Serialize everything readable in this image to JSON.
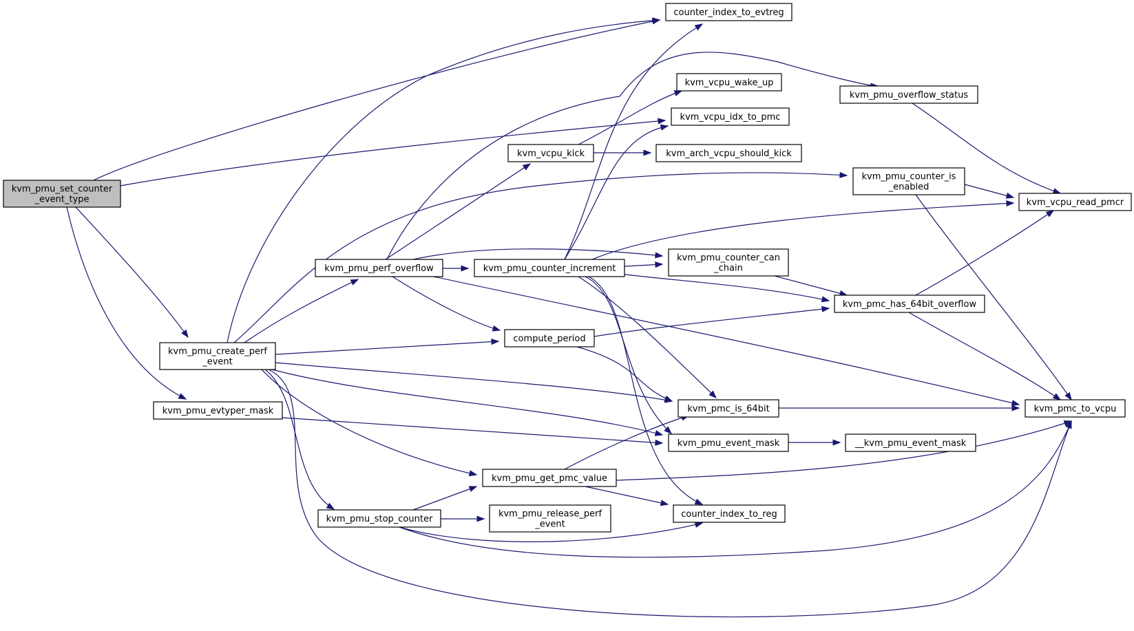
{
  "graph": {
    "colors": {
      "edge": "#191970",
      "root_fill": "#bfbfbf",
      "node_fill": "#ffffff",
      "node_stroke": "#000000"
    },
    "nodes": [
      {
        "id": "set_counter_event_type",
        "lines": [
          "kvm_pmu_set_counter",
          "_event_type"
        ],
        "root": true
      },
      {
        "id": "create_perf_event",
        "lines": [
          "kvm_pmu_create_perf",
          "_event"
        ]
      },
      {
        "id": "evtyper_mask",
        "lines": [
          "kvm_pmu_evtyper_mask"
        ]
      },
      {
        "id": "perf_overflow",
        "lines": [
          "kvm_pmu_perf_overflow"
        ]
      },
      {
        "id": "counter_increment",
        "lines": [
          "kvm_pmu_counter_increment"
        ]
      },
      {
        "id": "vcpu_kick",
        "lines": [
          "kvm_vcpu_kick"
        ]
      },
      {
        "id": "compute_period",
        "lines": [
          "compute_period"
        ]
      },
      {
        "id": "get_pmc_value",
        "lines": [
          "kvm_pmu_get_pmc_value"
        ]
      },
      {
        "id": "stop_counter",
        "lines": [
          "kvm_pmu_stop_counter"
        ]
      },
      {
        "id": "release_perf_event",
        "lines": [
          "kvm_pmu_release_perf",
          "_event"
        ]
      },
      {
        "id": "counter_index_to_evtreg",
        "lines": [
          "counter_index_to_evtreg"
        ]
      },
      {
        "id": "vcpu_wake_up",
        "lines": [
          "kvm_vcpu_wake_up"
        ]
      },
      {
        "id": "vcpu_idx_to_pmc",
        "lines": [
          "kvm_vcpu_idx_to_pmc"
        ]
      },
      {
        "id": "arch_vcpu_should_kick",
        "lines": [
          "kvm_arch_vcpu_should_kick"
        ]
      },
      {
        "id": "counter_can_chain",
        "lines": [
          "kvm_pmu_counter_can",
          "_chain"
        ]
      },
      {
        "id": "pmc_is_64bit",
        "lines": [
          "kvm_pmc_is_64bit"
        ]
      },
      {
        "id": "event_mask",
        "lines": [
          "kvm_pmu_event_mask"
        ]
      },
      {
        "id": "counter_index_to_reg",
        "lines": [
          "counter_index_to_reg"
        ]
      },
      {
        "id": "overflow_status",
        "lines": [
          "kvm_pmu_overflow_status"
        ]
      },
      {
        "id": "counter_is_enabled",
        "lines": [
          "kvm_pmu_counter_is",
          "_enabled"
        ]
      },
      {
        "id": "pmc_has_64bit_overflow",
        "lines": [
          "kvm_pmc_has_64bit_overflow"
        ]
      },
      {
        "id": "underscore_event_mask",
        "lines": [
          "__kvm_pmu_event_mask"
        ]
      },
      {
        "id": "vcpu_read_pmcr",
        "lines": [
          "kvm_vcpu_read_pmcr"
        ]
      },
      {
        "id": "pmc_to_vcpu",
        "lines": [
          "kvm_pmc_to_vcpu"
        ]
      }
    ],
    "edges": [
      [
        "set_counter_event_type",
        "counter_index_to_evtreg"
      ],
      [
        "set_counter_event_type",
        "vcpu_idx_to_pmc"
      ],
      [
        "set_counter_event_type",
        "create_perf_event"
      ],
      [
        "set_counter_event_type",
        "evtyper_mask"
      ],
      [
        "create_perf_event",
        "counter_index_to_evtreg"
      ],
      [
        "create_perf_event",
        "counter_is_enabled"
      ],
      [
        "create_perf_event",
        "perf_overflow"
      ],
      [
        "create_perf_event",
        "compute_period"
      ],
      [
        "create_perf_event",
        "pmc_is_64bit"
      ],
      [
        "create_perf_event",
        "event_mask"
      ],
      [
        "create_perf_event",
        "get_pmc_value"
      ],
      [
        "create_perf_event",
        "stop_counter"
      ],
      [
        "create_perf_event",
        "pmc_to_vcpu"
      ],
      [
        "evtyper_mask",
        "event_mask"
      ],
      [
        "perf_overflow",
        "overflow_status"
      ],
      [
        "perf_overflow",
        "vcpu_kick"
      ],
      [
        "perf_overflow",
        "counter_increment"
      ],
      [
        "perf_overflow",
        "counter_can_chain"
      ],
      [
        "perf_overflow",
        "compute_period"
      ],
      [
        "perf_overflow",
        "pmc_to_vcpu"
      ],
      [
        "counter_increment",
        "counter_index_to_evtreg"
      ],
      [
        "counter_increment",
        "vcpu_idx_to_pmc"
      ],
      [
        "counter_increment",
        "vcpu_read_pmcr"
      ],
      [
        "counter_increment",
        "counter_can_chain"
      ],
      [
        "counter_increment",
        "pmc_has_64bit_overflow"
      ],
      [
        "counter_increment",
        "pmc_is_64bit"
      ],
      [
        "counter_increment",
        "event_mask"
      ],
      [
        "counter_increment",
        "counter_index_to_reg"
      ],
      [
        "vcpu_kick",
        "vcpu_wake_up"
      ],
      [
        "vcpu_kick",
        "arch_vcpu_should_kick"
      ],
      [
        "compute_period",
        "pmc_has_64bit_overflow"
      ],
      [
        "compute_period",
        "pmc_is_64bit"
      ],
      [
        "get_pmc_value",
        "pmc_is_64bit"
      ],
      [
        "get_pmc_value",
        "counter_index_to_reg"
      ],
      [
        "get_pmc_value",
        "pmc_to_vcpu"
      ],
      [
        "stop_counter",
        "get_pmc_value"
      ],
      [
        "stop_counter",
        "release_perf_event"
      ],
      [
        "stop_counter",
        "counter_index_to_reg"
      ],
      [
        "stop_counter",
        "pmc_to_vcpu"
      ],
      [
        "counter_can_chain",
        "pmc_has_64bit_overflow"
      ],
      [
        "overflow_status",
        "vcpu_read_pmcr"
      ],
      [
        "counter_is_enabled",
        "vcpu_read_pmcr"
      ],
      [
        "counter_is_enabled",
        "pmc_to_vcpu"
      ],
      [
        "pmc_has_64bit_overflow",
        "vcpu_read_pmcr"
      ],
      [
        "pmc_has_64bit_overflow",
        "pmc_to_vcpu"
      ],
      [
        "pmc_is_64bit",
        "pmc_to_vcpu"
      ],
      [
        "event_mask",
        "underscore_event_mask"
      ]
    ]
  }
}
